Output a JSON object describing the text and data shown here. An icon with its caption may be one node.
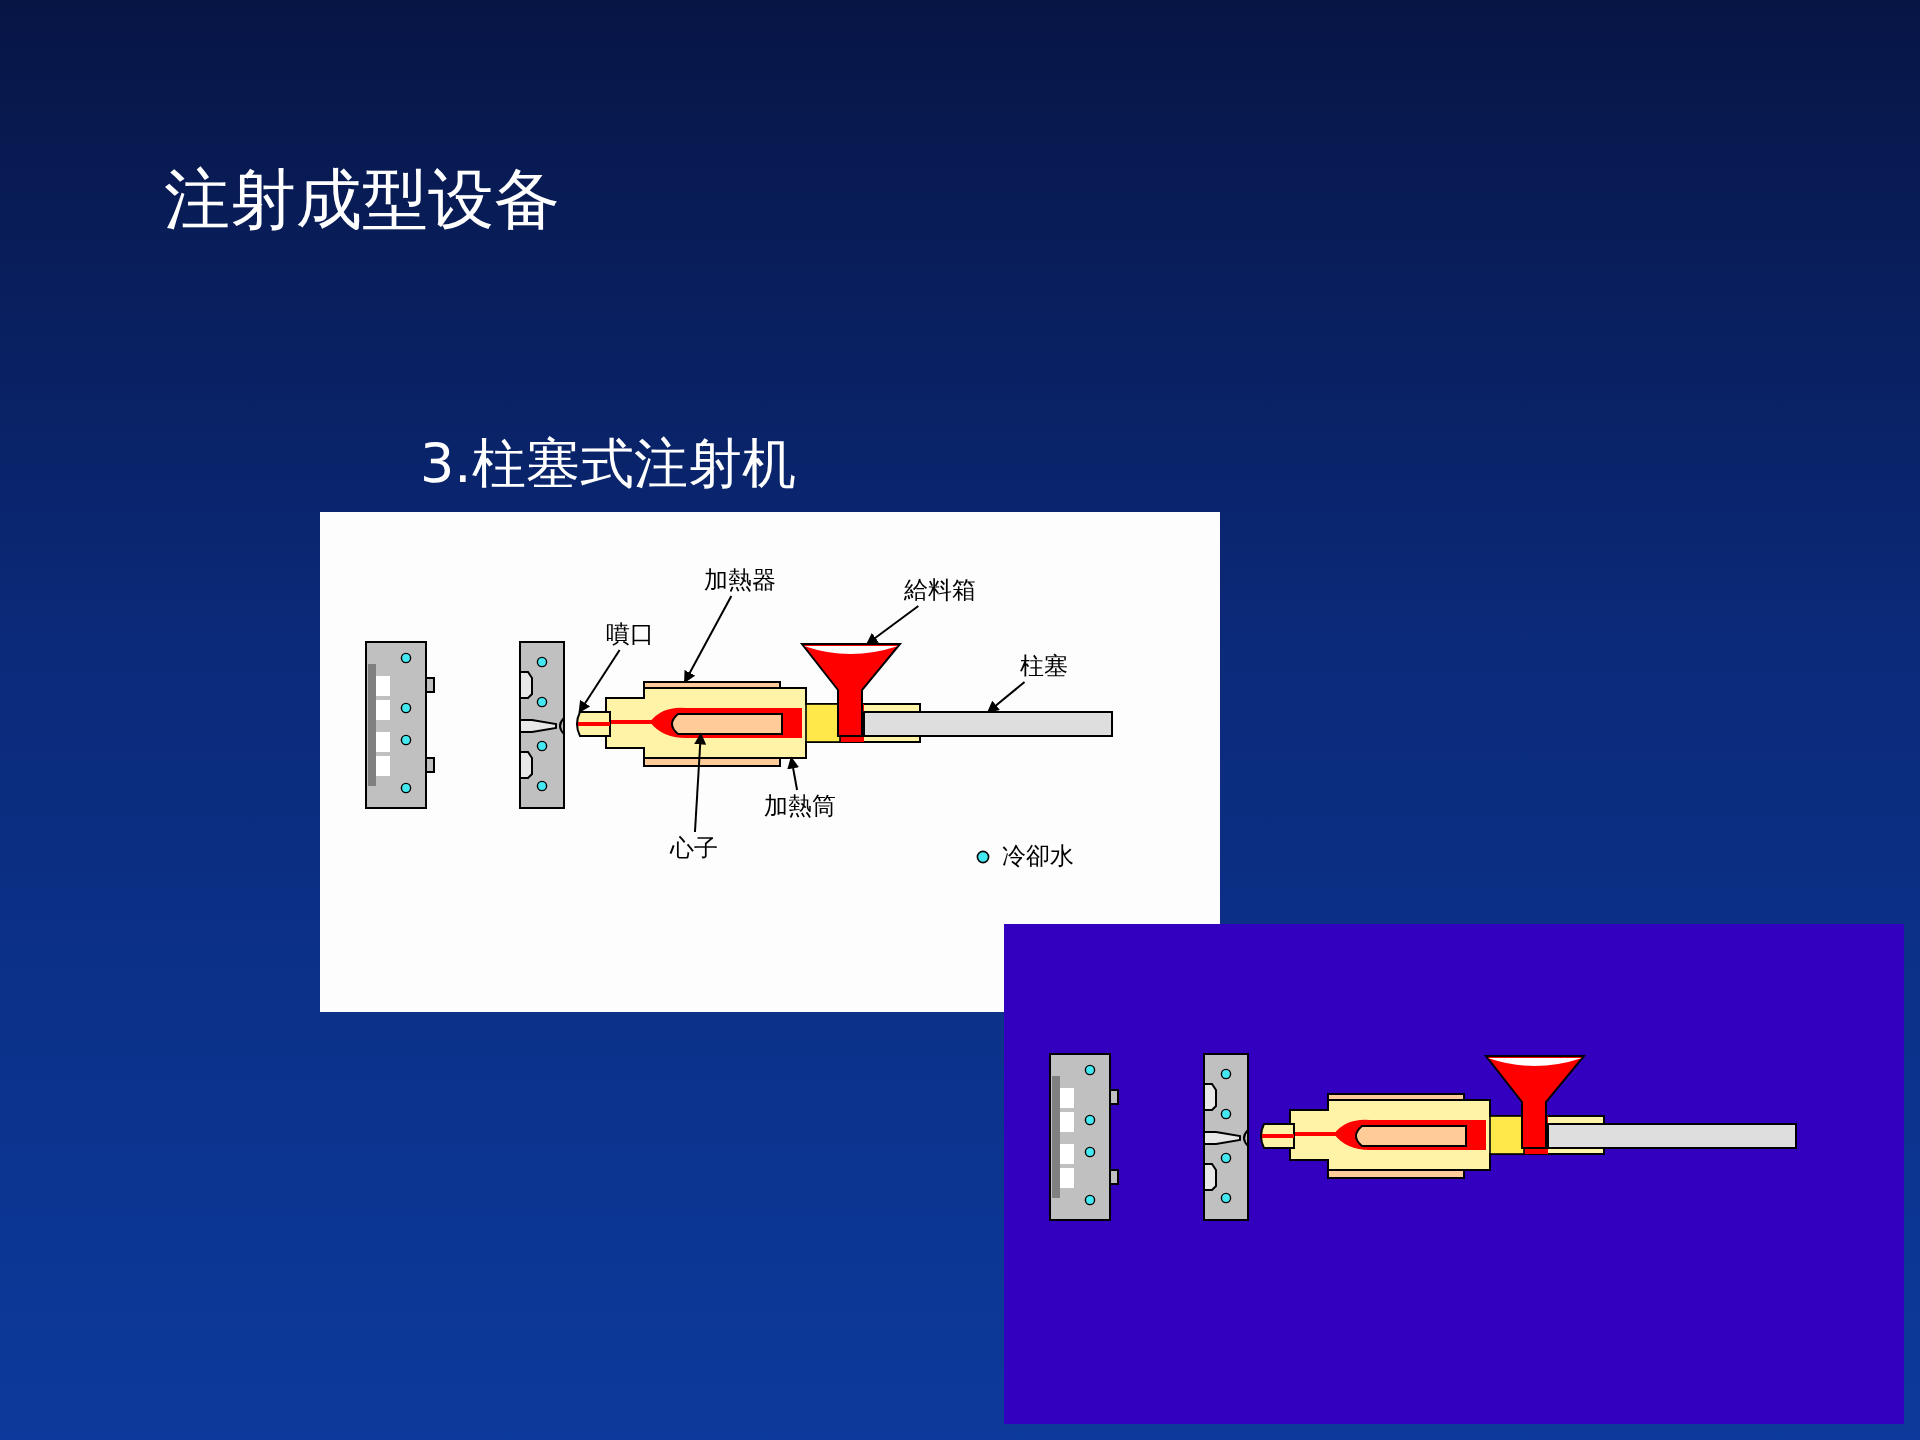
{
  "diagram": {
    "title": "注射成型设备",
    "nodes": [
      {
        "text": [
          "噴口"
        ]
      },
      {
        "text": [
          "加熱器"
        ]
      },
      {
        "text": [
          "給料箱"
        ]
      },
      {
        "text": [
          "柱塞"
        ]
      },
      {
        "text": [
          "加熱筒"
        ]
      },
      {
        "text": [
          "心子"
        ]
      },
      {
        "text": [],
        "shape": "box"
      },
      {
        "text": [],
        "shape": "bar"
      },
      {
        "text": [],
        "shape": "funnel"
      },
      {
        "text": [],
        "shape": "rod"
      },
      {
        "text": [],
        "shape": "cylinder"
      },
      {
        "text": [],
        "shape": "box",
        "in": 10
      },
      {
        "text": [],
        "shape": "bar"
      }
    ],
    "edges": [
      {
        "from": 0,
        "to": 6,
        "arrow": "to"
      },
      {
        "from": 1,
        "to": 7,
        "arrow": "to"
      },
      {
        "from": 2,
        "to": 8,
        "arrow": "to"
      },
      {
        "from": 3,
        "to": 9,
        "arrow": "to"
      },
      {
        "from": 4,
        "to": 10,
        "arrow": "to"
      },
      {
        "from": 5,
        "to": 11,
        "arrow": "to"
      }
    ],
    "labels": [
      "3.柱塞式注射机"
    ],
    "legend": [
      {
        "text": "冷卻水"
      }
    ]
  }
}
